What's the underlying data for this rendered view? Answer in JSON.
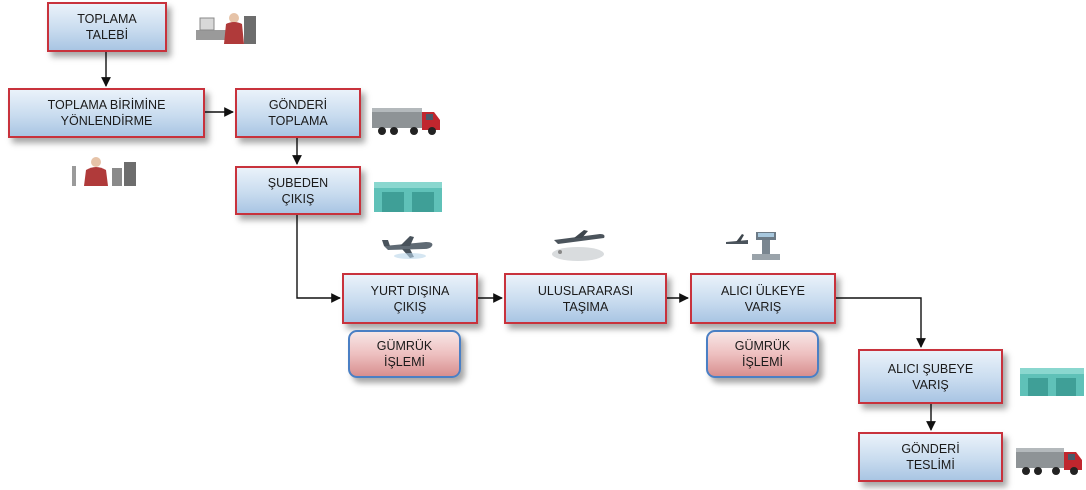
{
  "nodes": {
    "toplama_talebi": "TOPLAMA\nTALEBİ",
    "toplama_birimine": "TOPLAMA BİRİMİNE\nYÖNLENDİRME",
    "gonderi_toplama": "GÖNDERİ\nTOPLAMA",
    "subeden_cikis": "ŞUBEDEN\nÇIKIŞ",
    "yurt_disina_cikis": "YURT DIŞINA\nÇIKIŞ",
    "uluslararasi_tasima": "ULUSLARARASI\nTAŞIMA",
    "alici_ulkeye_varis": "ALICI ÜLKEYE\nVARIŞ",
    "alici_subeye_varis": "ALICI ŞUBEYE\nVARIŞ",
    "gonderi_teslimi": "GÖNDERİ\nTESLİMİ"
  },
  "customs": {
    "first": "GÜMRÜK\nİŞLEMİ",
    "second": "GÜMRÜK\nİŞLEMİ"
  },
  "icons": [
    "office-worker-icon",
    "truck-icon",
    "office-worker-icon",
    "warehouse-icon",
    "airplane-icon",
    "airplane-icon",
    "control-tower-icon",
    "warehouse-icon",
    "truck-icon"
  ]
}
